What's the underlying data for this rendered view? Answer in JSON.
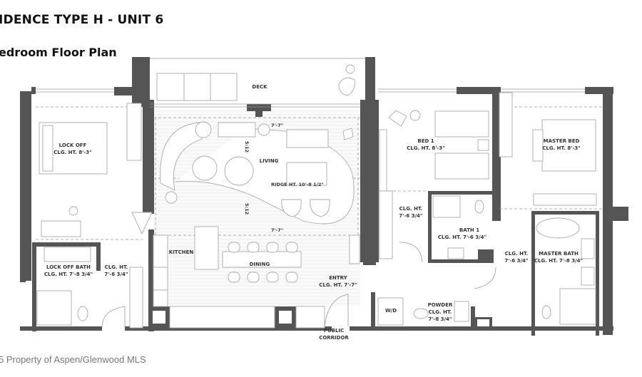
{
  "header": {
    "title": "IDENCE TYPE H - UNIT 6",
    "subtitle": "edroom Floor Plan"
  },
  "rooms": {
    "deck": "DECK",
    "lock_off": {
      "name": "LOCK OFF",
      "height": "CLG. HT. 8'-3\""
    },
    "living": "LIVING",
    "ridge": "RIDGE HT. 10'-8 1/2\"",
    "ceiling_top": "7'-7\"",
    "ceiling_mid": "7'-7\"",
    "slope_top": "5:12",
    "slope_bottom": "5:12",
    "bed1": {
      "name": "BED 1",
      "height": "CLG. HT. 8'-3\""
    },
    "master_bed": {
      "name": "MASTER BED",
      "height": "CLG. HT. 8'-3\""
    },
    "hall_bed1": {
      "name": "CLG. HT.",
      "height": "7'-6 3/4\""
    },
    "bath1": {
      "name": "BATH 1",
      "height": "CLG. HT. 7'-6 3/4\""
    },
    "hall_master": {
      "name": "CLG. HT.",
      "height": "7'-6 3/4\""
    },
    "master_bath": {
      "name": "MASTER BATH",
      "height": "CLG. HT. 7'-8 3/4\""
    },
    "lock_off_bath": {
      "name": "LOCK OFF BATH",
      "height": "CLG. HT. 7'-8 3/4\""
    },
    "hall_lockoff": {
      "name": "CLG. HT.",
      "height": "7'-6 3/4\""
    },
    "kitchen": "KITCHEN",
    "dining": "DINING",
    "entry": {
      "name": "ENTRY",
      "height": "CLG. HT. 7'-7\""
    },
    "wd": "W/D",
    "powder": {
      "name": "POWDER",
      "height1": "CLG. HT.",
      "height2": "7'-8 3/4\""
    },
    "corridor": {
      "line1": "PUBLIC",
      "line2": "CORRIDOR"
    }
  },
  "footer": {
    "watermark": "5 Property of Aspen/Glenwood MLS"
  }
}
